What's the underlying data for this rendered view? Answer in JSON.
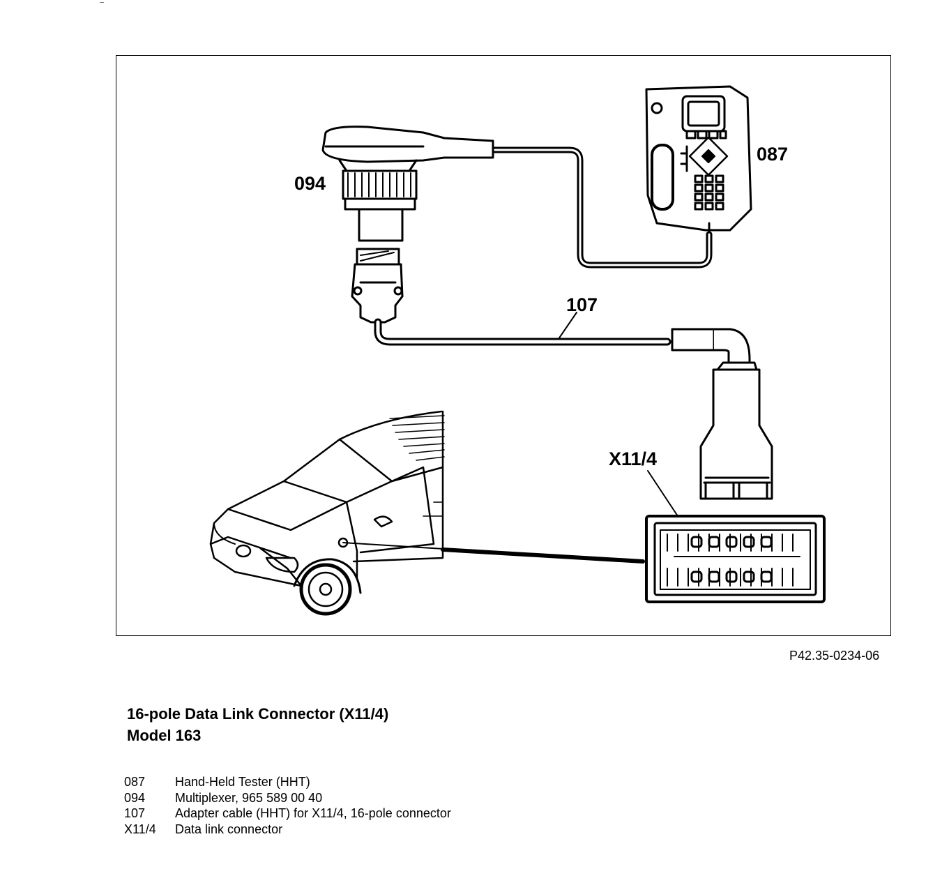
{
  "figure_ref": "P42.35-0234-06",
  "title": {
    "line1": "16-pole Data Link Connector (X11/4)",
    "line2": "Model 163"
  },
  "callouts": {
    "c087": "087",
    "c094": "094",
    "c107": "107",
    "cX114": "X11/4"
  },
  "legend": [
    {
      "code": "087",
      "text": "Hand-Held Tester (HHT)"
    },
    {
      "code": "094",
      "text": "Multiplexer, 965 589 00 40"
    },
    {
      "code": "107",
      "text": "Adapter cable (HHT) for X11/4, 16-pole connector"
    },
    {
      "code": "X11/4",
      "text": "Data link connector"
    }
  ]
}
